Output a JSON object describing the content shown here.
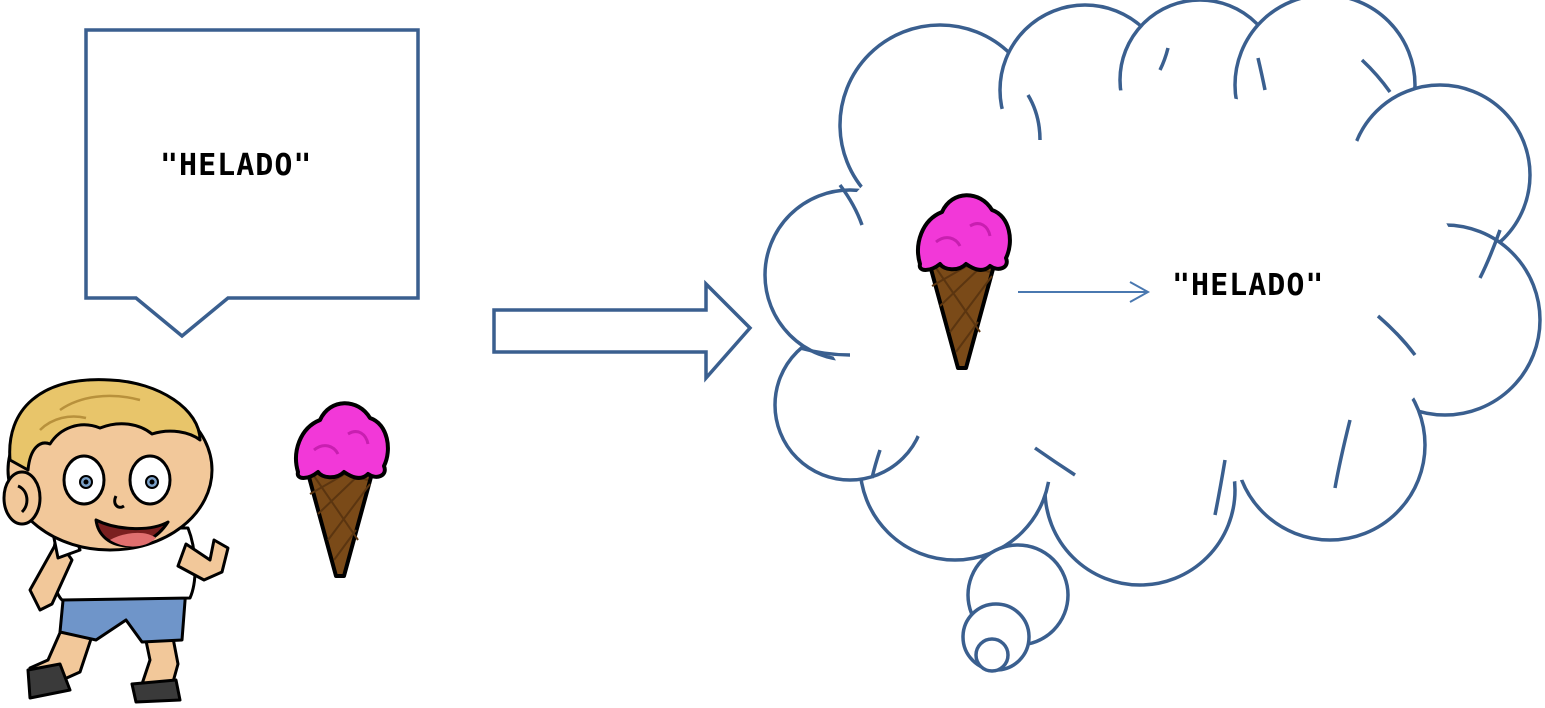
{
  "speech_bubble": {
    "text": "\"HELADO\""
  },
  "thought_bubble": {
    "text": "\"HELADO\""
  },
  "colors": {
    "outline": "#3a5f8f",
    "arrow": "#4a78b0",
    "ice_cream": "#f238d8",
    "ice_cream_shade": "#c81fb0",
    "cone": "#7a4a18",
    "cone_dark": "#5b3510"
  },
  "icons": [
    "speech-bubble",
    "boy-character",
    "ice-cream-icon",
    "block-arrow",
    "thought-cloud",
    "small-arrow"
  ]
}
